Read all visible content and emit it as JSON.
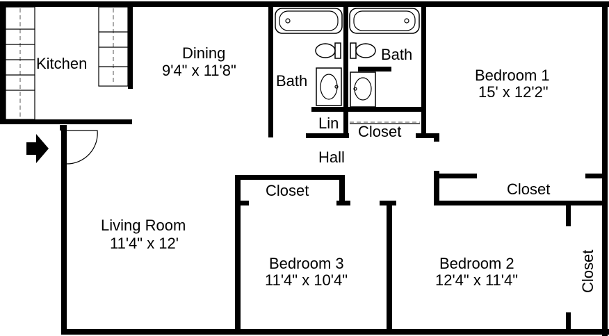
{
  "rooms": {
    "kitchen": {
      "name": "Kitchen"
    },
    "dining": {
      "name": "Dining",
      "size": "9'4\" x 11'8\""
    },
    "bath_left": {
      "name": "Bath"
    },
    "bath_right": {
      "name": "Bath"
    },
    "bedroom1": {
      "name": "Bedroom 1",
      "size": "15' x 12'2\""
    },
    "linen": {
      "name": "Lin"
    },
    "closet_hall": {
      "name": "Closet"
    },
    "hall": {
      "name": "Hall"
    },
    "living": {
      "name": "Living Room",
      "size": "11'4\" x 12'"
    },
    "closet_bed3": {
      "name": "Closet"
    },
    "bedroom3": {
      "name": "Bedroom 3",
      "size": "11'4\" x 10'4\""
    },
    "closet_bed1": {
      "name": "Closet"
    },
    "bedroom2": {
      "name": "Bedroom 2",
      "size": "12'4\" x 11'4\""
    },
    "closet_bed2": {
      "name": "Closet"
    }
  },
  "icons": {
    "entry": "entry-arrow-icon"
  }
}
